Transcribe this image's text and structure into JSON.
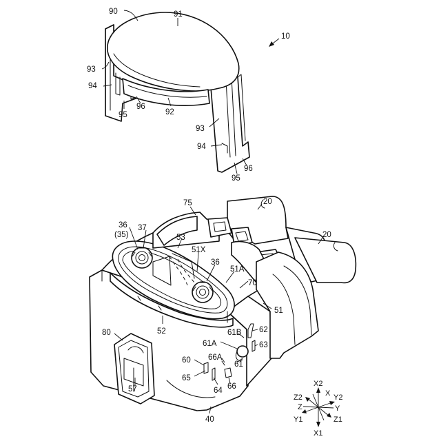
{
  "labels": {
    "l90": "90",
    "l91": "91",
    "l10": "10",
    "l93a": "93",
    "l94a": "94",
    "l95a": "95",
    "l96a": "96",
    "l92": "92",
    "l93b": "93",
    "l94b": "94",
    "l95b": "95",
    "l96b": "96",
    "l75": "75",
    "l20a": "20",
    "l20b": "20",
    "l36a": "36",
    "l35": "(35)",
    "l37": "37",
    "l53": "53",
    "l51x": "51X",
    "l36b": "36",
    "l51a": "51A",
    "l70": "70",
    "l51": "51",
    "l52": "52",
    "l80": "80",
    "l61b": "61B",
    "l62": "62",
    "l61a": "61A",
    "l63": "63",
    "l60": "60",
    "l66a": "66A",
    "l61": "61",
    "l65": "65",
    "l64": "64",
    "l66": "66",
    "l57": "57",
    "l40": "40"
  },
  "axes": {
    "x2": "X2",
    "z2": "Z2",
    "x": "X",
    "y2": "Y2",
    "z": "Z",
    "y": "Y",
    "y1": "Y1",
    "z1": "Z1",
    "x1": "X1"
  }
}
